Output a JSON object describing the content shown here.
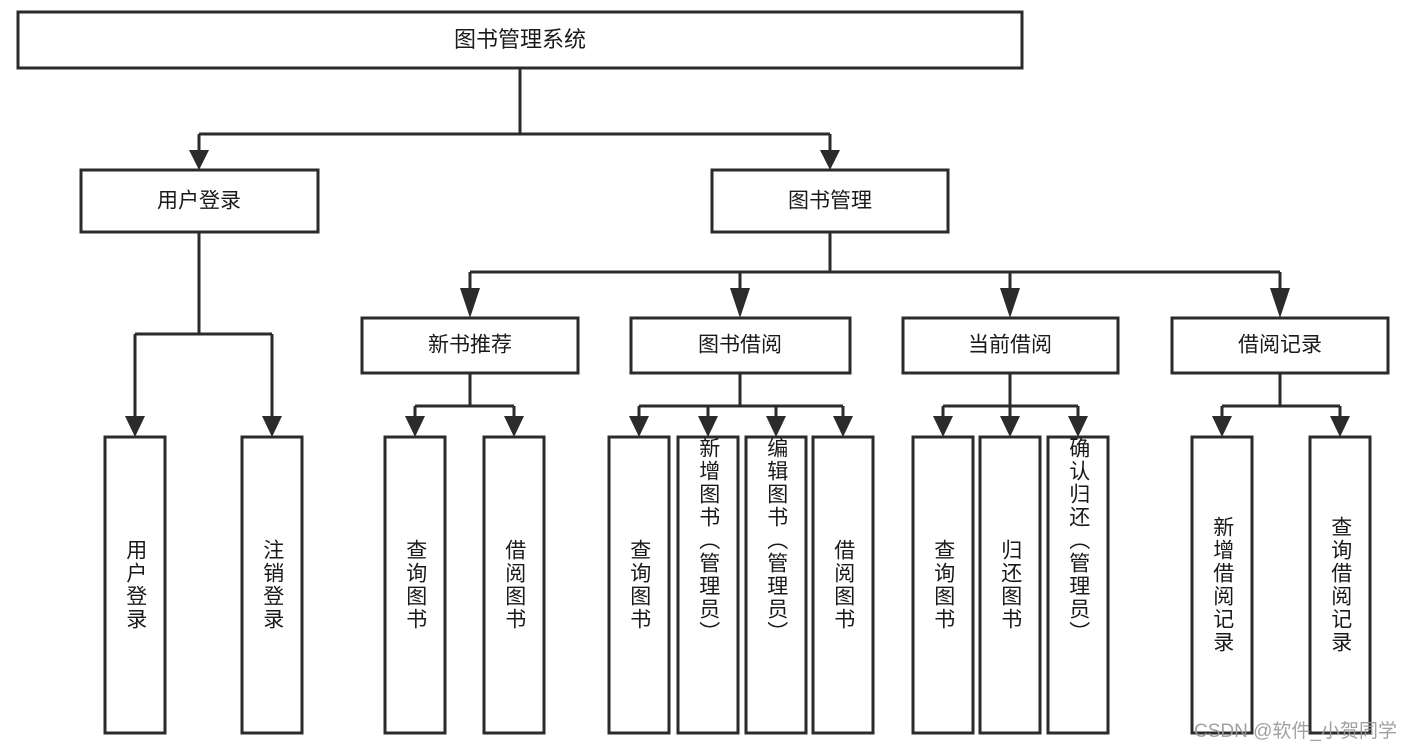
{
  "diagram": {
    "title": "图书管理系统",
    "watermark": "CSDN @软件_小贺同学",
    "colors": {
      "stroke": "#2b2b2b",
      "fill": "#ffffff",
      "text": "#1a1a1a",
      "watermark": "#9a9a9a"
    },
    "root": {
      "label": "图书管理系统"
    },
    "level2": [
      {
        "label": "用户登录"
      },
      {
        "label": "图书管理"
      }
    ],
    "level3": [
      {
        "label": "新书推荐"
      },
      {
        "label": "图书借阅"
      },
      {
        "label": "当前借阅"
      },
      {
        "label": "借阅记录"
      }
    ],
    "leaves": {
      "user_login": [
        {
          "label": "用户登录"
        },
        {
          "label": "注销登录"
        }
      ],
      "new_book_recommend": [
        {
          "label": "查询图书"
        },
        {
          "label": "借阅图书"
        }
      ],
      "book_borrow": [
        {
          "label": "查询图书"
        },
        {
          "label": "新增图书（管理员）"
        },
        {
          "label": "编辑图书（管理员）"
        },
        {
          "label": "借阅图书"
        }
      ],
      "current_borrow": [
        {
          "label": "查询图书"
        },
        {
          "label": "归还图书"
        },
        {
          "label": "确认归还（管理员）"
        }
      ],
      "borrow_record": [
        {
          "label": "新增借阅记录"
        },
        {
          "label": "查询借阅记录"
        }
      ]
    }
  }
}
